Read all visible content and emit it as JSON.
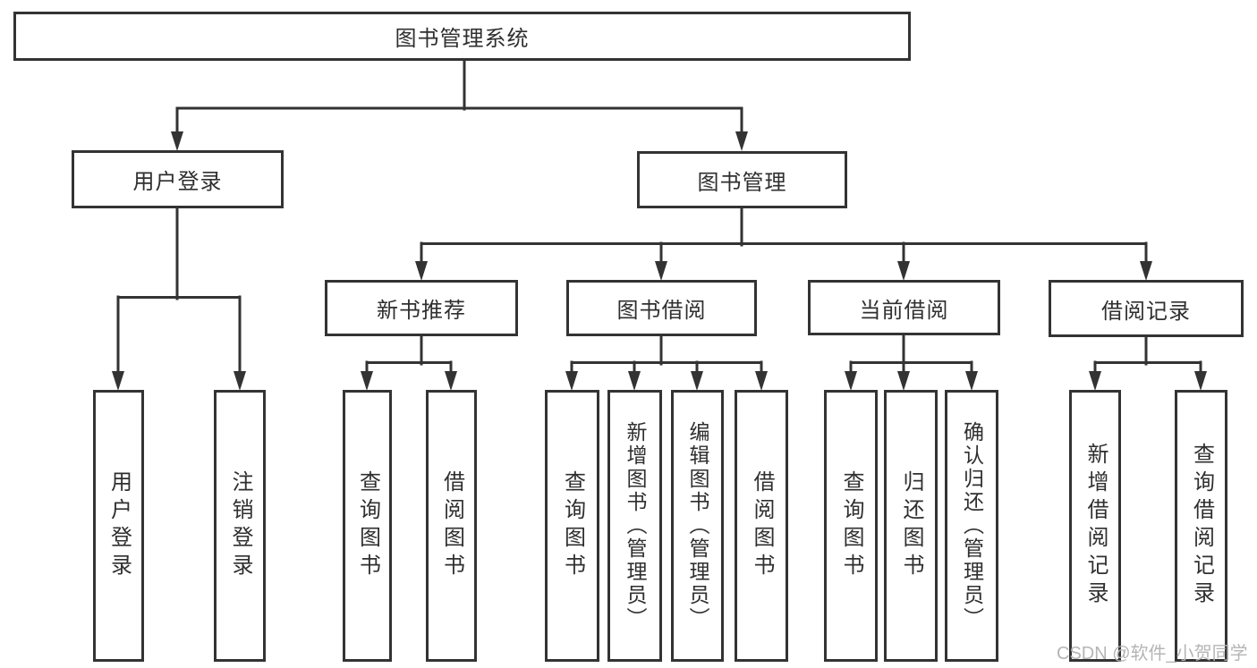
{
  "tree": {
    "root": {
      "label": "图书管理系统",
      "children": [
        {
          "label": "用户登录",
          "children": [
            {
              "label": "用户登录"
            },
            {
              "label": "注销登录"
            }
          ]
        },
        {
          "label": "图书管理",
          "children": [
            {
              "label": "新书推荐",
              "children": [
                {
                  "label": "查询图书"
                },
                {
                  "label": "借阅图书"
                }
              ]
            },
            {
              "label": "图书借阅",
              "children": [
                {
                  "label": "查询图书"
                },
                {
                  "label": "新增图书（管理员）"
                },
                {
                  "label": "编辑图书（管理员）"
                },
                {
                  "label": "借阅图书"
                }
              ]
            },
            {
              "label": "当前借阅",
              "children": [
                {
                  "label": "查询图书"
                },
                {
                  "label": "归还图书"
                },
                {
                  "label": "确认归还（管理员）"
                }
              ]
            },
            {
              "label": "借阅记录",
              "children": [
                {
                  "label": "新增借阅记录"
                },
                {
                  "label": "查询借阅记录"
                }
              ]
            }
          ]
        }
      ]
    }
  },
  "watermark": {
    "text": "CSDN @软件_小贺同学"
  },
  "colors": {
    "line": "#333333",
    "text": "#2f2f2f",
    "watermark": "#b5b5b5",
    "background": "#ffffff"
  }
}
